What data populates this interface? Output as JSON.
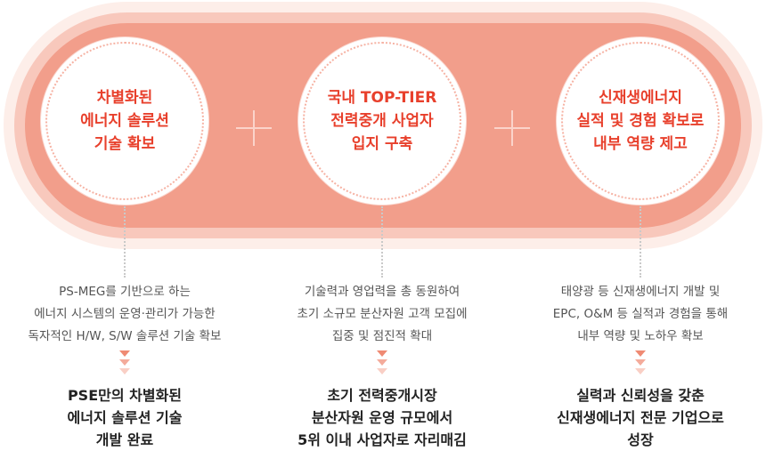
{
  "circles": [
    {
      "label": "차별화된\n에너지 솔루션\n기술 확보"
    },
    {
      "label": "국내 TOP-TIER\n전력중개 사업자\n입지 구축"
    },
    {
      "label": "신재생에너지\n실적 및 경험 확보로\n내부 역량 제고"
    }
  ],
  "descriptions": [
    "PS-MEG를 기반으로 하는\n에너지 시스템의 운영·관리가 가능한\n독자적인 H/W, S/W 솔루션 기술 확보",
    "기술력과 영업력을 총 동원하여\n초기 소규모 분산자원 고객 모집에\n집중 및 점진적 확대",
    "태양광 등 신재생에너지 개발 및\nEPC, O&M 등 실적과 경험을 통해\n내부 역량 및 노하우 확보"
  ],
  "results": [
    "PSE만의 차별화된\n에너지 솔루션 기술\n개발 완료",
    "초기 전력중개시장\n분산자원 운영 규모에서\n5위 이내 사업자로 자리매김",
    "실력과 신뢰성을 갖춘\n신재생에너지 전문 기업으로\n성장"
  ],
  "colors": {
    "accent": "#e8402c",
    "pill_inner": "#f29e8b",
    "pill_mid": "#f8c8bc",
    "pill_outer": "#fdeee9"
  },
  "icons": {
    "separator": "plus-icon",
    "flow": "triple-chevron-down-icon"
  }
}
